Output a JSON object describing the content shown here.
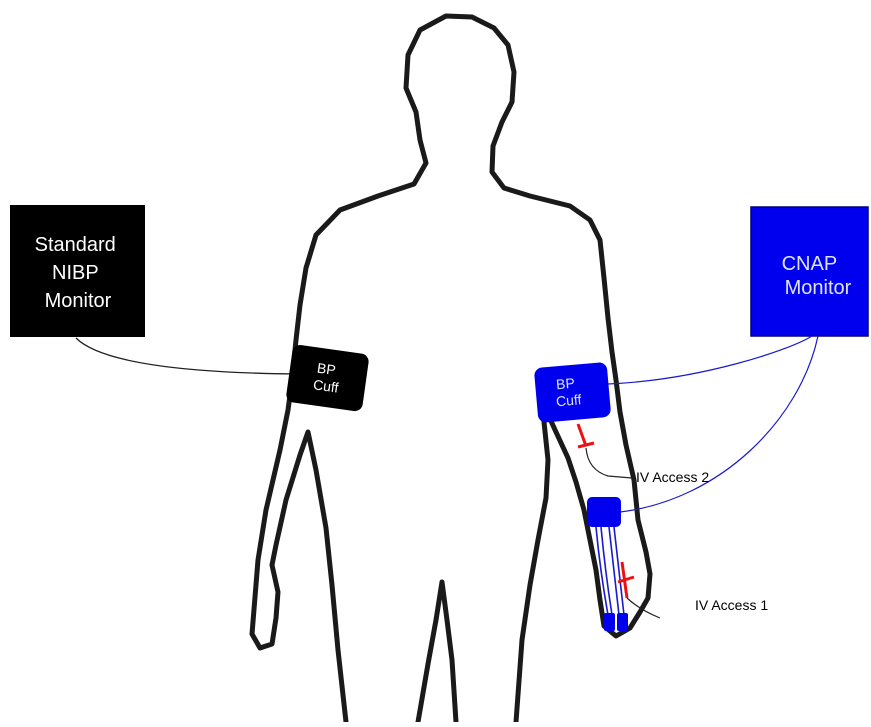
{
  "left_monitor": {
    "lines": [
      "Standard",
      "NIBP",
      "Monitor"
    ],
    "color": "#000000",
    "text_color": "#ffffff"
  },
  "right_monitor": {
    "lines": [
      "CNAP",
      "Monitor"
    ],
    "color": "#0000ee",
    "text_color": "#dde3ff"
  },
  "left_cuff": {
    "lines": [
      "BP",
      "Cuff"
    ],
    "color": "#000000"
  },
  "right_cuff": {
    "lines": [
      "BP",
      "Cuff"
    ],
    "color": "#0000ee"
  },
  "labels": {
    "iv_access_2": "IV Access 2",
    "iv_access_1": "IV Access 1"
  },
  "colors": {
    "outline": "#1a1a1a",
    "cable_black": "#222222",
    "cable_blue": "#1a1acc",
    "iv_marker": "#ee1111"
  }
}
